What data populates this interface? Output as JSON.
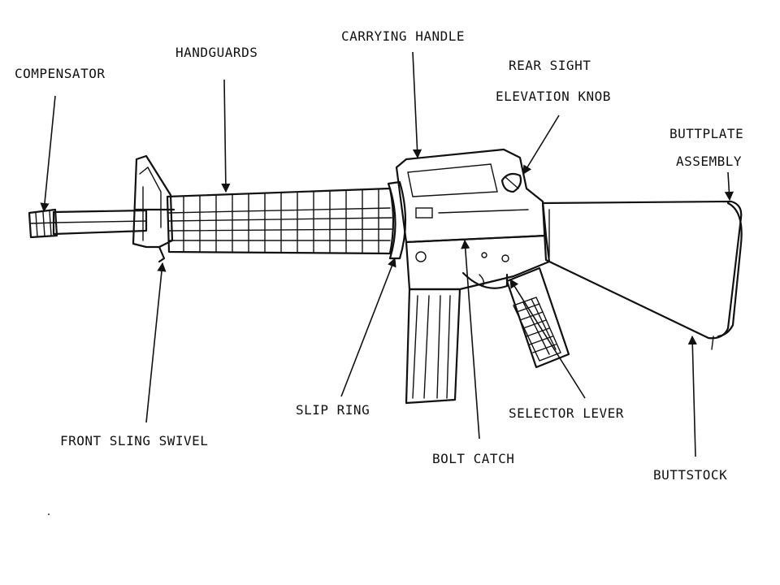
{
  "labels": {
    "compensator": "COMPENSATOR",
    "handguards": "HANDGUARDS",
    "carrying_handle": "CARRYING HANDLE",
    "rear_sight_line1": "REAR SIGHT",
    "rear_sight_line2": "ELEVATION KNOB",
    "buttplate_line1": "BUTTPLATE",
    "buttplate_line2": "ASSEMBLY",
    "front_sling_swivel": "FRONT SLING SWIVEL",
    "slip_ring": "SLIP RING",
    "selector_lever": "SELECTOR LEVER",
    "bolt_catch": "BOLT CATCH",
    "buttstock": "BUTTSTOCK"
  },
  "colors": {
    "ink": "#111111",
    "background": "#ffffff"
  }
}
